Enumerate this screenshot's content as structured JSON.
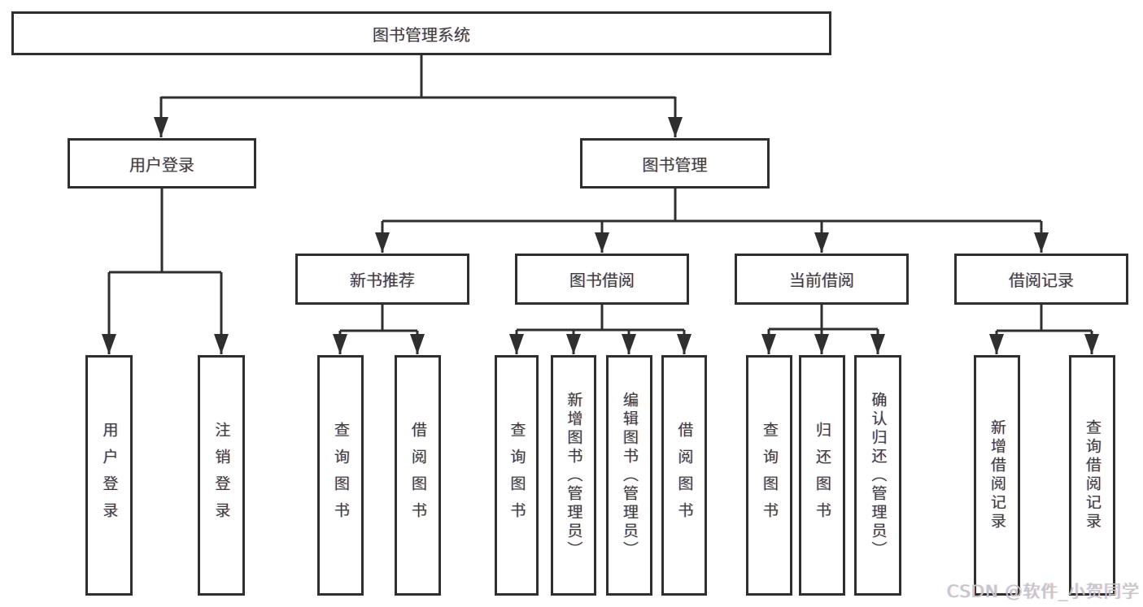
{
  "tree": {
    "root": {
      "label": "图书管理系统",
      "children": [
        {
          "label": "用户登录",
          "children": [
            {
              "label": "用户登录"
            },
            {
              "label": "注销登录"
            }
          ]
        },
        {
          "label": "图书管理",
          "children": [
            {
              "label": "新书推荐",
              "children": [
                {
                  "label": "查询图书"
                },
                {
                  "label": "借阅图书"
                }
              ]
            },
            {
              "label": "图书借阅",
              "children": [
                {
                  "label": "查询图书"
                },
                {
                  "label": "新增图书（管理员）"
                },
                {
                  "label": "编辑图书（管理员）"
                },
                {
                  "label": "借阅图书"
                }
              ]
            },
            {
              "label": "当前借阅",
              "children": [
                {
                  "label": "查询图书"
                },
                {
                  "label": "归还图书"
                },
                {
                  "label": "确认归还（管理员）"
                }
              ]
            },
            {
              "label": "借阅记录",
              "children": [
                {
                  "label": "新增借阅记录"
                },
                {
                  "label": "查询借阅记录"
                }
              ]
            }
          ]
        }
      ]
    }
  },
  "watermark": {
    "text": "CSDN @软件_小贺同学"
  },
  "colors": {
    "background": "#ffffff",
    "box_fill": "#ffffff",
    "box_border": "#2f2f2f",
    "connector_line": "#2f2f2f",
    "node_text": "#3d3d3d",
    "watermark_text": "#c6c6c6"
  }
}
